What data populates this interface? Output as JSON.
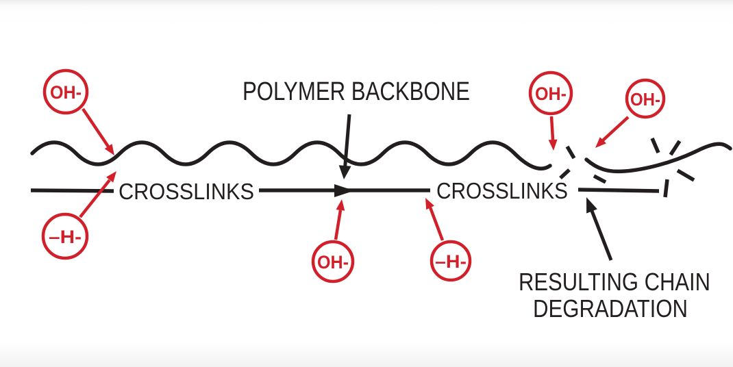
{
  "figure": {
    "description": "Polymer backbone and crosslink degradation diagram",
    "background": "#ffffff",
    "colors": {
      "ink": "#221e1e",
      "red": "#d2202a"
    },
    "labels": {
      "polymer_backbone": "POLYMER BACKBONE",
      "crosslinks_left": "CROSSLINKS",
      "crosslinks_right": "CROSSLINKS",
      "resulting_chain_line1": "RESULTING CHAIN",
      "resulting_chain_line2": "DEGRADATION"
    },
    "ions": [
      {
        "id": "oh-top-left",
        "label": "OH-"
      },
      {
        "id": "minus-h-bottom-left",
        "label": "–H-"
      },
      {
        "id": "oh-bottom-center",
        "label": "OH-"
      },
      {
        "id": "minus-h-bottom-center",
        "label": "–H-"
      },
      {
        "id": "oh-top-right-inner",
        "label": "OH-"
      },
      {
        "id": "oh-top-right-outer",
        "label": "OH-"
      }
    ]
  }
}
